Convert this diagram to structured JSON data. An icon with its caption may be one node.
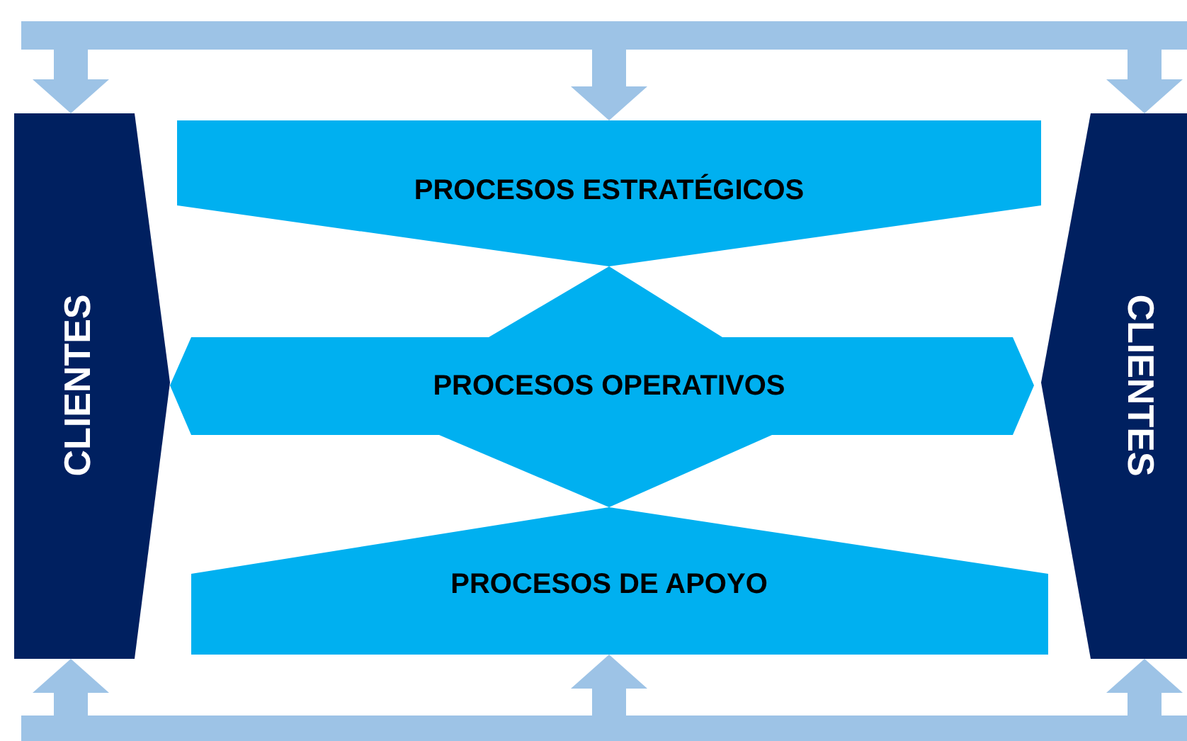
{
  "diagram": {
    "nodes": [
      {
        "text": [],
        "shape": "bar"
      },
      {
        "text": [
          "CLIENTES"
        ]
      },
      {
        "text": [
          "PROCESOS ESTRATÉGICOS"
        ]
      },
      {
        "text": [
          "PROCESOS OPERATIVOS"
        ]
      },
      {
        "text": [
          "PROCESOS DE APOYO"
        ]
      },
      {
        "text": [
          "CLIENTES"
        ]
      },
      {
        "text": [],
        "shape": "bar"
      }
    ],
    "edges": [
      {
        "from": 0,
        "to": 1,
        "arrow": "to"
      },
      {
        "from": 0,
        "to": 2,
        "arrow": "to"
      },
      {
        "from": 0,
        "to": 5,
        "arrow": "to"
      },
      {
        "from": 6,
        "to": 1,
        "arrow": "to"
      },
      {
        "from": 6,
        "to": 4,
        "arrow": "to"
      },
      {
        "from": 6,
        "to": 5,
        "arrow": "to"
      }
    ]
  }
}
